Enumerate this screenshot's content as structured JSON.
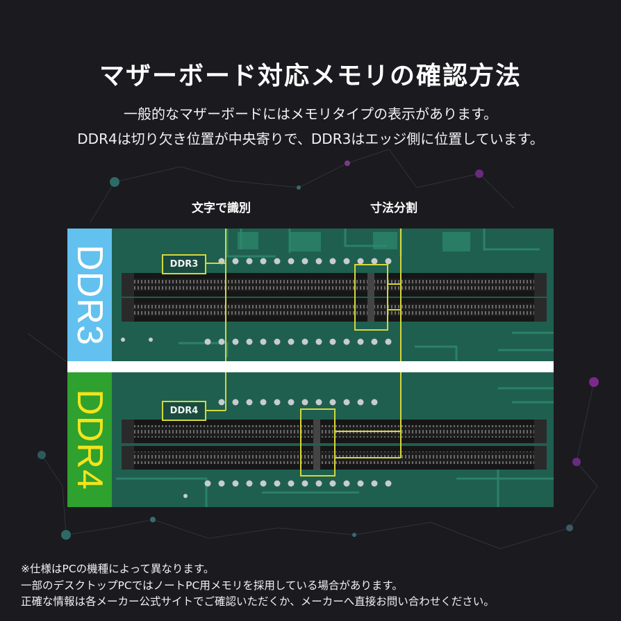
{
  "header": {
    "title": "マザーボード対応メモリの確認方法",
    "subtitle_line1": "一般的なマザーボードにはメモリタイプの表示があります。",
    "subtitle_line2": "DDR4は切り欠き位置が中央寄りで、DDR3はエッジ側に位置しています。"
  },
  "callouts": {
    "text_identify": "文字で識別",
    "dimension_split": "寸法分割"
  },
  "board": {
    "ddr3_side_label": "DDR3",
    "ddr4_side_label": "DDR4",
    "ddr3_box_label": "DDR3",
    "ddr4_box_label": "DDR4"
  },
  "notes": {
    "line1": "※仕様はPCの機種によって異なります。",
    "line2": "一部のデスクトップPCではノートPC用メモリを採用している場合があります。",
    "line3": "正確な情報は各メーカー公式サイトでご確認いただくか、メーカーへ直接お問い合わせください。"
  },
  "colors": {
    "background": "#1b1a1f",
    "ddr3_accent": "#62c1ef",
    "ddr4_accent": "#2ea12e",
    "ddr4_text": "#f3e41c",
    "highlight_line": "#d6d83a",
    "pcb": "#1f5f50"
  }
}
